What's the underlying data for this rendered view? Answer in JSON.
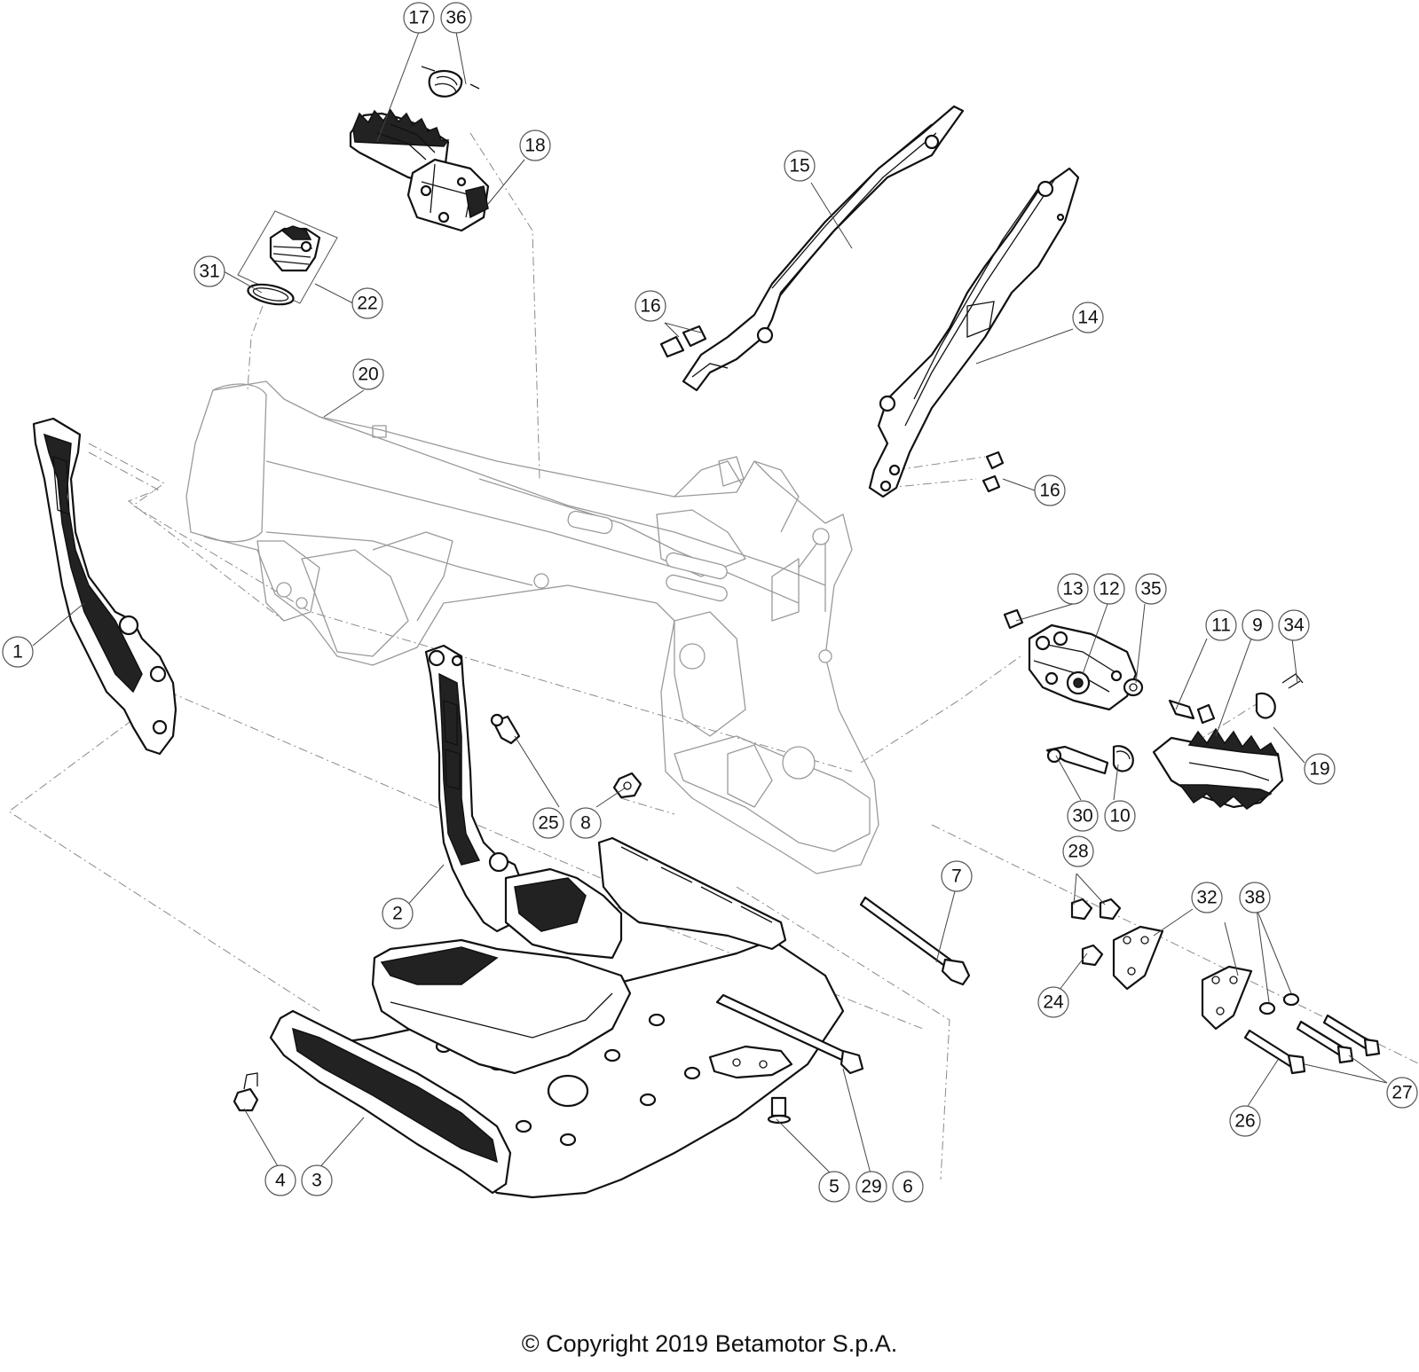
{
  "copyright": "© Copyright 2019 Betamotor S.p.A.",
  "callouts": [
    {
      "id": "c17",
      "label": "17"
    },
    {
      "id": "c36",
      "label": "36"
    },
    {
      "id": "c18",
      "label": "18"
    },
    {
      "id": "c31",
      "label": "31"
    },
    {
      "id": "c22",
      "label": "22"
    },
    {
      "id": "c15",
      "label": "15"
    },
    {
      "id": "c16a",
      "label": "16"
    },
    {
      "id": "c14",
      "label": "14"
    },
    {
      "id": "c20",
      "label": "20"
    },
    {
      "id": "c16b",
      "label": "16"
    },
    {
      "id": "c1",
      "label": "1"
    },
    {
      "id": "c13",
      "label": "13"
    },
    {
      "id": "c12",
      "label": "12"
    },
    {
      "id": "c35",
      "label": "35"
    },
    {
      "id": "c11",
      "label": "11"
    },
    {
      "id": "c9",
      "label": "9"
    },
    {
      "id": "c34",
      "label": "34"
    },
    {
      "id": "c19",
      "label": "19"
    },
    {
      "id": "c25",
      "label": "25"
    },
    {
      "id": "c8",
      "label": "8"
    },
    {
      "id": "c30",
      "label": "30"
    },
    {
      "id": "c10",
      "label": "10"
    },
    {
      "id": "c28",
      "label": "28"
    },
    {
      "id": "c7",
      "label": "7"
    },
    {
      "id": "c2",
      "label": "2"
    },
    {
      "id": "c32",
      "label": "32"
    },
    {
      "id": "c38",
      "label": "38"
    },
    {
      "id": "c24",
      "label": "24"
    },
    {
      "id": "c27",
      "label": "27"
    },
    {
      "id": "c26",
      "label": "26"
    },
    {
      "id": "c4",
      "label": "4"
    },
    {
      "id": "c3",
      "label": "3"
    },
    {
      "id": "c5",
      "label": "5"
    },
    {
      "id": "c29",
      "label": "29"
    },
    {
      "id": "c6",
      "label": "6"
    }
  ]
}
